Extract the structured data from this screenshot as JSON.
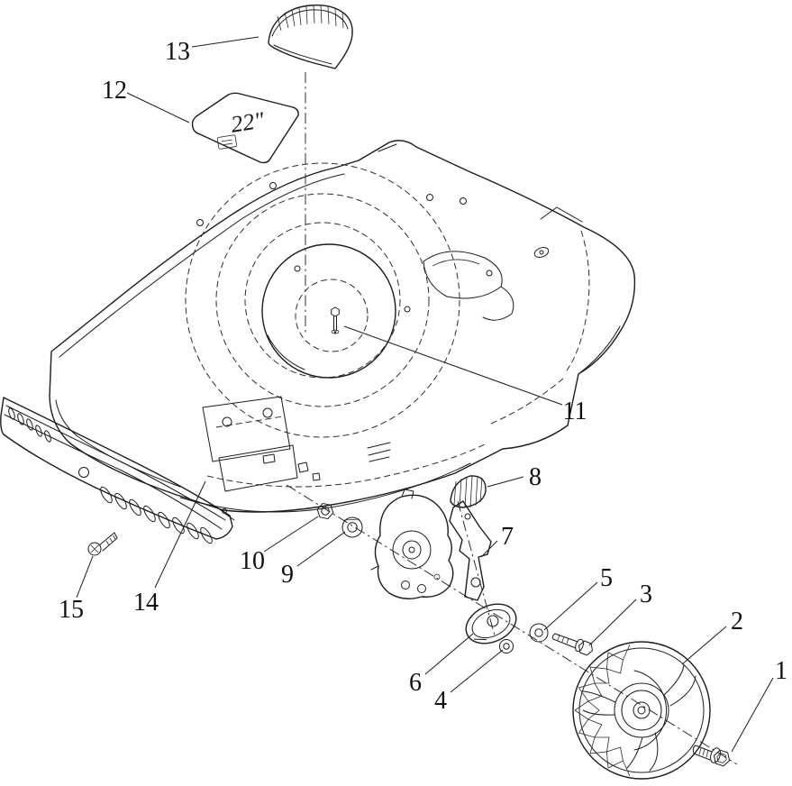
{
  "figure": {
    "type": "exploded-parts-diagram",
    "colors": {
      "ink": "#1c1c1c",
      "background": "#ffffff"
    },
    "decal": {
      "size_label": "22\""
    },
    "callouts": [
      {
        "label": "1"
      },
      {
        "label": "2"
      },
      {
        "label": "3"
      },
      {
        "label": "4"
      },
      {
        "label": "5"
      },
      {
        "label": "6"
      },
      {
        "label": "7"
      },
      {
        "label": "8"
      },
      {
        "label": "9"
      },
      {
        "label": "10"
      },
      {
        "label": "11"
      },
      {
        "label": "12"
      },
      {
        "label": "13"
      },
      {
        "label": "14"
      },
      {
        "label": "15"
      }
    ]
  }
}
